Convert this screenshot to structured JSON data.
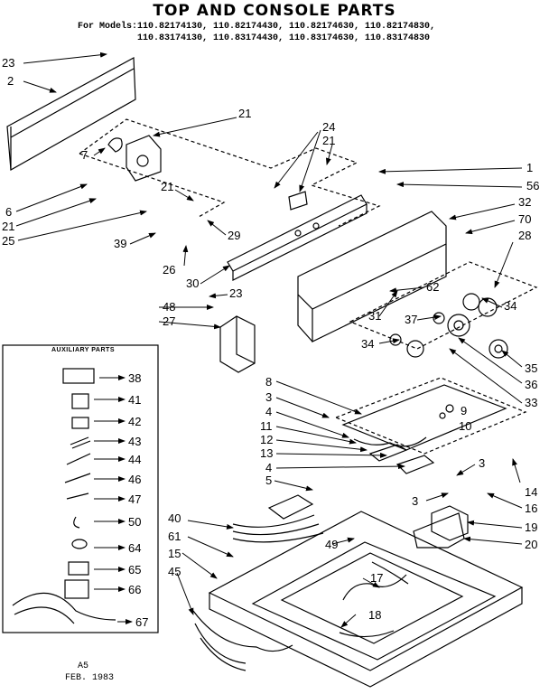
{
  "title": "TOP AND CONSOLE PARTS",
  "models_label": "For Models:",
  "models_line1": "110.82174130, 110.82174430, 110.82174630, 110.82174830,",
  "models_line2": "110.83174130, 110.83174430, 110.83174630, 110.83174830",
  "aux_title": "AUXILIARY PARTS",
  "footer_code": "A5",
  "footer_date": "FEB. 1983",
  "callouts": [
    {
      "id": "c23a",
      "text": "23"
    },
    {
      "id": "c2",
      "text": "2"
    },
    {
      "id": "c21a",
      "text": "21"
    },
    {
      "id": "c24",
      "text": "24"
    },
    {
      "id": "c21b",
      "text": "21"
    },
    {
      "id": "c1",
      "text": "1"
    },
    {
      "id": "c56",
      "text": "56"
    },
    {
      "id": "c7",
      "text": "7"
    },
    {
      "id": "c6",
      "text": "6"
    },
    {
      "id": "c21c",
      "text": "21"
    },
    {
      "id": "c25",
      "text": "25"
    },
    {
      "id": "c21d",
      "text": "21"
    },
    {
      "id": "c32",
      "text": "32"
    },
    {
      "id": "c70",
      "text": "70"
    },
    {
      "id": "c28",
      "text": "28"
    },
    {
      "id": "c29",
      "text": "29"
    },
    {
      "id": "c39",
      "text": "39"
    },
    {
      "id": "c26",
      "text": "26"
    },
    {
      "id": "c30",
      "text": "30"
    },
    {
      "id": "c23b",
      "text": "23"
    },
    {
      "id": "c62",
      "text": "62"
    },
    {
      "id": "c34a",
      "text": "34"
    },
    {
      "id": "c48",
      "text": "48"
    },
    {
      "id": "c31",
      "text": "31"
    },
    {
      "id": "c37",
      "text": "37"
    },
    {
      "id": "c27",
      "text": "27"
    },
    {
      "id": "c34b",
      "text": "34"
    },
    {
      "id": "c35",
      "text": "35"
    },
    {
      "id": "c36",
      "text": "36"
    },
    {
      "id": "c33",
      "text": "33"
    },
    {
      "id": "c8",
      "text": "8"
    },
    {
      "id": "c3a",
      "text": "3"
    },
    {
      "id": "c9",
      "text": "9"
    },
    {
      "id": "c4a",
      "text": "4"
    },
    {
      "id": "c10",
      "text": "10"
    },
    {
      "id": "c11",
      "text": "11"
    },
    {
      "id": "c12",
      "text": "12"
    },
    {
      "id": "c13",
      "text": "13"
    },
    {
      "id": "c3b",
      "text": "3"
    },
    {
      "id": "c4b",
      "text": "4"
    },
    {
      "id": "c5",
      "text": "5"
    },
    {
      "id": "c14",
      "text": "14"
    },
    {
      "id": "c3c",
      "text": "3"
    },
    {
      "id": "c16",
      "text": "16"
    },
    {
      "id": "c40",
      "text": "40"
    },
    {
      "id": "c19",
      "text": "19"
    },
    {
      "id": "c61",
      "text": "61"
    },
    {
      "id": "c49",
      "text": "49"
    },
    {
      "id": "c20",
      "text": "20"
    },
    {
      "id": "c15",
      "text": "15"
    },
    {
      "id": "c45",
      "text": "45"
    },
    {
      "id": "c17",
      "text": "17"
    },
    {
      "id": "c18",
      "text": "18"
    },
    {
      "id": "c38",
      "text": "38"
    },
    {
      "id": "c41",
      "text": "41"
    },
    {
      "id": "c42",
      "text": "42"
    },
    {
      "id": "c43",
      "text": "43"
    },
    {
      "id": "c44",
      "text": "44"
    },
    {
      "id": "c46",
      "text": "46"
    },
    {
      "id": "c47",
      "text": "47"
    },
    {
      "id": "c50",
      "text": "50"
    },
    {
      "id": "c64",
      "text": "64"
    },
    {
      "id": "c65",
      "text": "65"
    },
    {
      "id": "c66",
      "text": "66"
    },
    {
      "id": "c67",
      "text": "67"
    }
  ]
}
